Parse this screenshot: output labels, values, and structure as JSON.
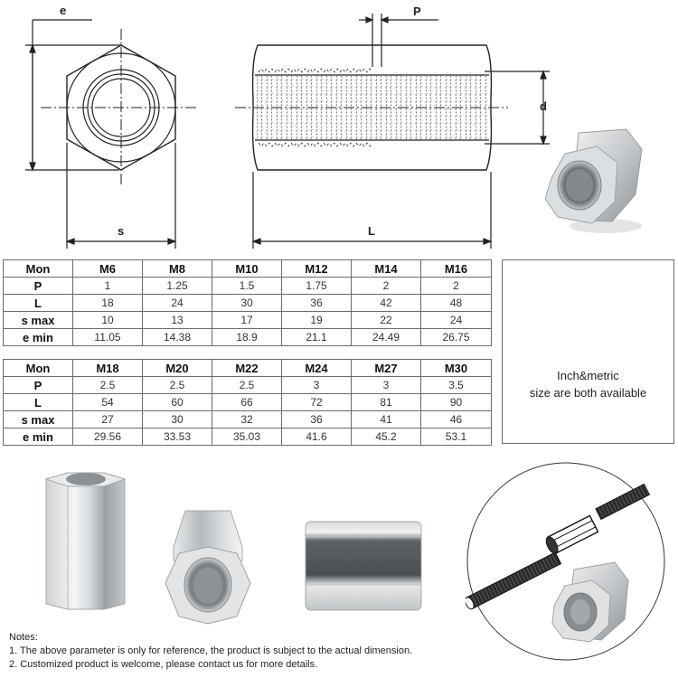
{
  "drawings": {
    "end_view": {
      "labels": {
        "e": "e",
        "s": "s"
      }
    },
    "side_view": {
      "labels": {
        "P": "P",
        "d": "d",
        "L": "L"
      }
    }
  },
  "tables": [
    {
      "header": [
        "Mon",
        "M6",
        "M8",
        "M10",
        "M12",
        "M14",
        "M16"
      ],
      "rows": [
        {
          "label": "P",
          "values": [
            "1",
            "1.25",
            "1.5",
            "1.75",
            "2",
            "2"
          ]
        },
        {
          "label": "L",
          "values": [
            "18",
            "24",
            "30",
            "36",
            "42",
            "48"
          ]
        },
        {
          "label": "s max",
          "values": [
            "10",
            "13",
            "17",
            "19",
            "22",
            "24"
          ]
        },
        {
          "label": "e min",
          "values": [
            "11.05",
            "14.38",
            "18.9",
            "21.1",
            "24.49",
            "26.75"
          ]
        }
      ]
    },
    {
      "header": [
        "Mon",
        "M18",
        "M20",
        "M22",
        "M24",
        "M27",
        "M30"
      ],
      "rows": [
        {
          "label": "P",
          "values": [
            "2.5",
            "2.5",
            "2.5",
            "3",
            "3",
            "3.5"
          ]
        },
        {
          "label": "L",
          "values": [
            "54",
            "60",
            "66",
            "72",
            "81",
            "90"
          ]
        },
        {
          "label": "s max",
          "values": [
            "27",
            "30",
            "32",
            "36",
            "41",
            "46"
          ]
        },
        {
          "label": "e min",
          "values": [
            "29.56",
            "33.53",
            "35.03",
            "41.6",
            "45.2",
            "53.1"
          ]
        }
      ]
    }
  ],
  "side_box": {
    "line1": "Inch&metric",
    "line2": "size are both available"
  },
  "photos": [
    {
      "name": "coupling-nut-angled-photo"
    },
    {
      "name": "coupling-nut-upright-photo"
    },
    {
      "name": "coupling-nut-front-photo"
    },
    {
      "name": "coupling-nut-side-photo"
    },
    {
      "name": "threaded-rod-usage-illustration"
    }
  ],
  "notes": {
    "title": "Notes:",
    "items": [
      "1. The above parameter is only for reference, the product is subject to the actual dimension.",
      "2. Customized product is welcome, please contact us for more details."
    ]
  },
  "colors": {
    "line": "#222222",
    "table_border": "#6b6b6b",
    "steel_light": "#e6e8ea",
    "steel_mid": "#b9bcbf",
    "steel_dark": "#6e7275"
  }
}
